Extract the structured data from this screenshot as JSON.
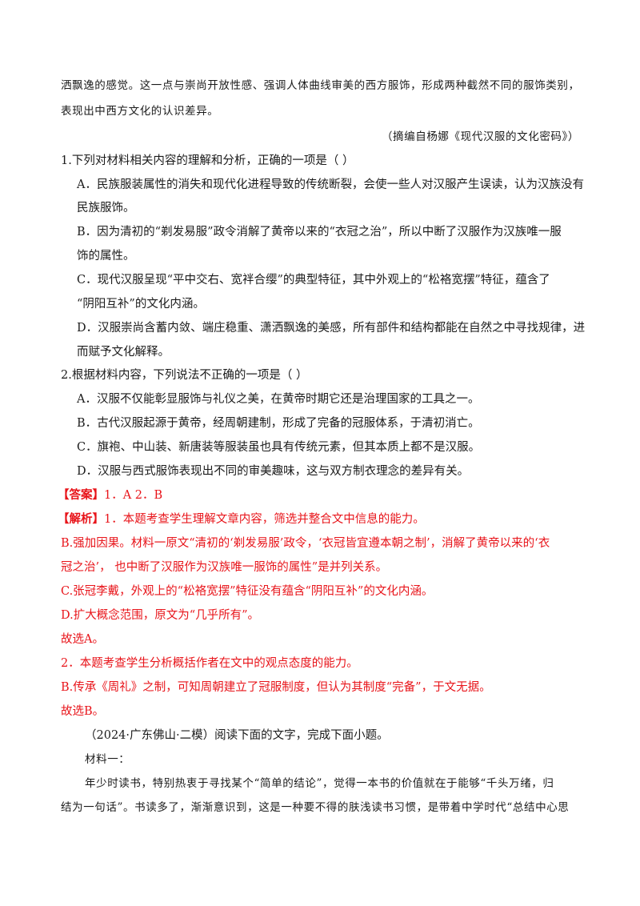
{
  "lines": [
    "洒飘逸的感觉。这一点与崇尚开放性感、强调人体曲线审美的西方服饰，形成两种截然不同的服饰类别，",
    "表现出中西方文化的认识差异。",
    "（摘编自杨娜《现代汉服的文化密码》）",
    "1.下列对材料相关内容的理解和分析，正确的一项是（    ）",
    "A．民族服装属性的消失和现代化进程导致的传统断裂，会使一些人对汉服产生误读，认为汉族没有",
    "民族服饰。",
    "B．因为清初的“剃发易服”政令消解了黄帝以来的“衣冠之治”，所以中断了汉服作为汉族唯一服",
    "饰的属性。",
    "C．现代汉服呈现“平中交右、宽袢合缨”的典型特征，其中外观上的“松袼宽摆”特征，蕴含了",
    "“阴阳互补”的文化内涵。",
    "D．汉服崇尚含蓄内敛、端庄稳重、潇洒飘逸的美感，所有部件和结构都能在自然之中寻找规律，进",
    "而赋予文化解释。",
    "2.根据材料内容，下列说法不正确的一项是（    ）",
    "A．汉服不仅能彰显服饰与礼仪之美，在黄帝时期它还是治理国家的工具之一。",
    "B．古代汉服起源于黄帝，经周朝建制，形成了完备的冠服体系，于清初消亡。",
    "C．旗袍、中山装、新唐装等服装虽也具有传统元素，但其本质上都不是汉服。",
    "D．汉服与西式服饰表现出不同的审美趣味，这与双方制衣理念的差异有关。",
    "【答案】",
    "1．A     2．B",
    "【解析】",
    "1．本题考查学生理解文章内容，筛选并整合文中信息的能力。",
    "B.强加因果。材料一原文“清初的‘剃发易服’政令，‘衣冠皆宜遵本朝之制’，消解了黄帝以来的‘衣",
    "冠之治’，  也中断了汉服作为汉族唯一服饰的属性”是并列关系。",
    "C.张冠李戴，外观上的“松袼宽摆”特征没有蕴含“阴阳互补”的文化内涵。",
    "D.扩大概念范围，原文为“几乎所有”。",
    "故选A。",
    "2．本题考查学生分析概括作者在文中的观点态度的能力。",
    "B.传承《周礼》之制，可知周朝建立了冠服制度，但认为其制度“完备”，于文无据。",
    "故选B。",
    "（2024·广东佛山·二模）阅读下面的文字，完成下面小题。",
    "材料一：",
    "年少时读书，特别热衷于寻找某个“简单的结论”，觉得一本书的价值就在于能够“千头万绪，归",
    "结为一句话”。书读多了，渐渐意识到，这是一种要不得的肤浅读书习惯，是带着中学时代“总结中心思"
  ]
}
